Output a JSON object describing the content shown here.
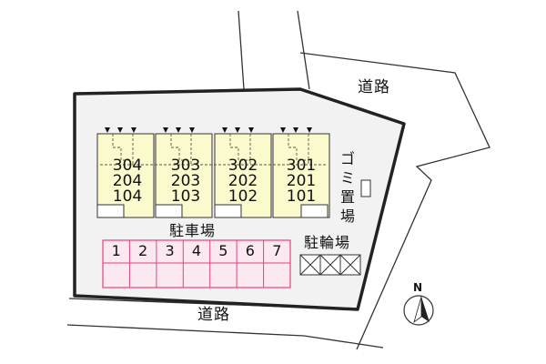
{
  "roads": {
    "north_east": "道路",
    "south": "道路"
  },
  "building": {
    "columns": [
      {
        "units": [
          "304",
          "204",
          "104"
        ]
      },
      {
        "units": [
          "303",
          "203",
          "103"
        ]
      },
      {
        "units": [
          "302",
          "202",
          "102"
        ]
      },
      {
        "units": [
          "301",
          "201",
          "101"
        ]
      }
    ]
  },
  "facilities": {
    "garbage_area": "ゴミ置場",
    "parking_title": "駐車場",
    "bicycle_title": "駐輪場"
  },
  "parking": {
    "slots": [
      "1",
      "2",
      "3",
      "4",
      "5",
      "6",
      "7"
    ]
  },
  "compass": {
    "north_letter": "N"
  },
  "colors": {
    "site_fill": "#f2f2f2",
    "building_fill": "#fbfacc",
    "parking_fill": "#fce8f0",
    "parking_stroke": "#e8417a",
    "outline": "#222222"
  }
}
